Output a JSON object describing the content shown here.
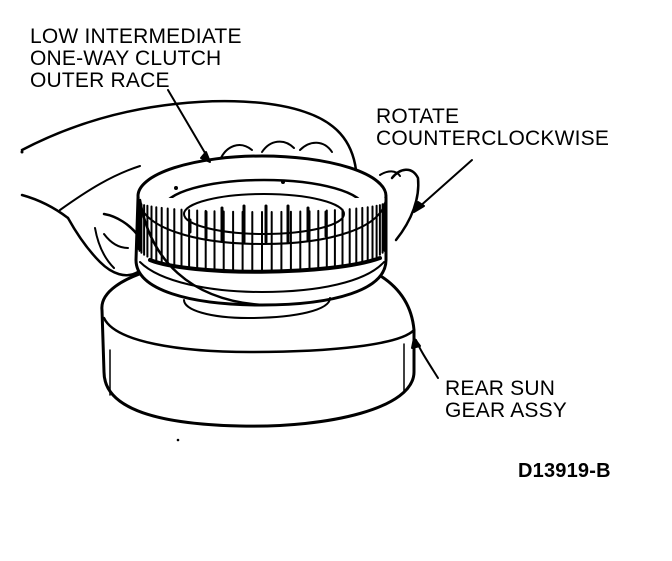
{
  "labels": {
    "clutch_race": [
      "LOW INTERMEDIATE",
      "ONE-WAY CLUTCH",
      "OUTER RACE"
    ],
    "rotate": [
      "ROTATE",
      "COUNTERCLOCKWISE"
    ],
    "sun_gear": [
      "REAR SUN",
      "GEAR ASSY"
    ],
    "figure_code": "D13919-B"
  },
  "colors": {
    "ink": "#000000",
    "paper": "#ffffff"
  }
}
